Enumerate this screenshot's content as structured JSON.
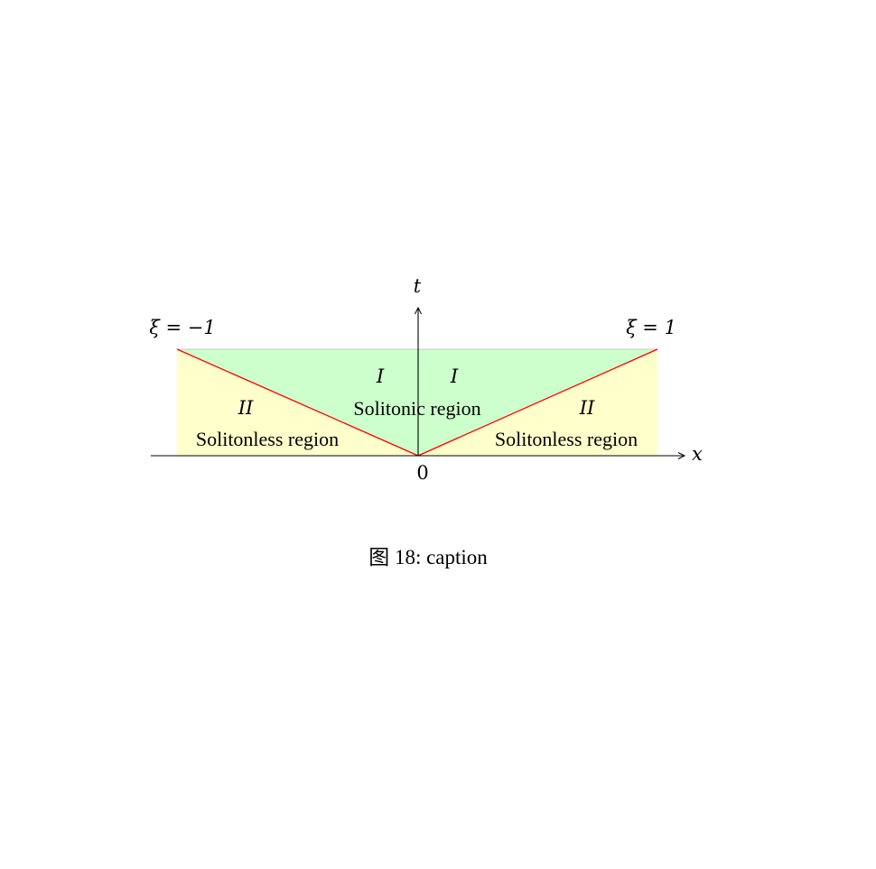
{
  "axes": {
    "x_label": "x",
    "t_label": "t",
    "origin_label": "0"
  },
  "boundaries": {
    "left": "ξ = −1",
    "right": "ξ = 1"
  },
  "regions": {
    "central": {
      "marker_left": "I",
      "marker_right": "I",
      "label": "Solitonic region",
      "color": "#ccffcc"
    },
    "left": {
      "marker": "II",
      "label": "Solitonless region",
      "color": "#ffffcc"
    },
    "right": {
      "marker": "II",
      "label": "Solitonless region",
      "color": "#ffffcc"
    }
  },
  "ray_color": "#ff0000",
  "caption": "图 18: caption"
}
